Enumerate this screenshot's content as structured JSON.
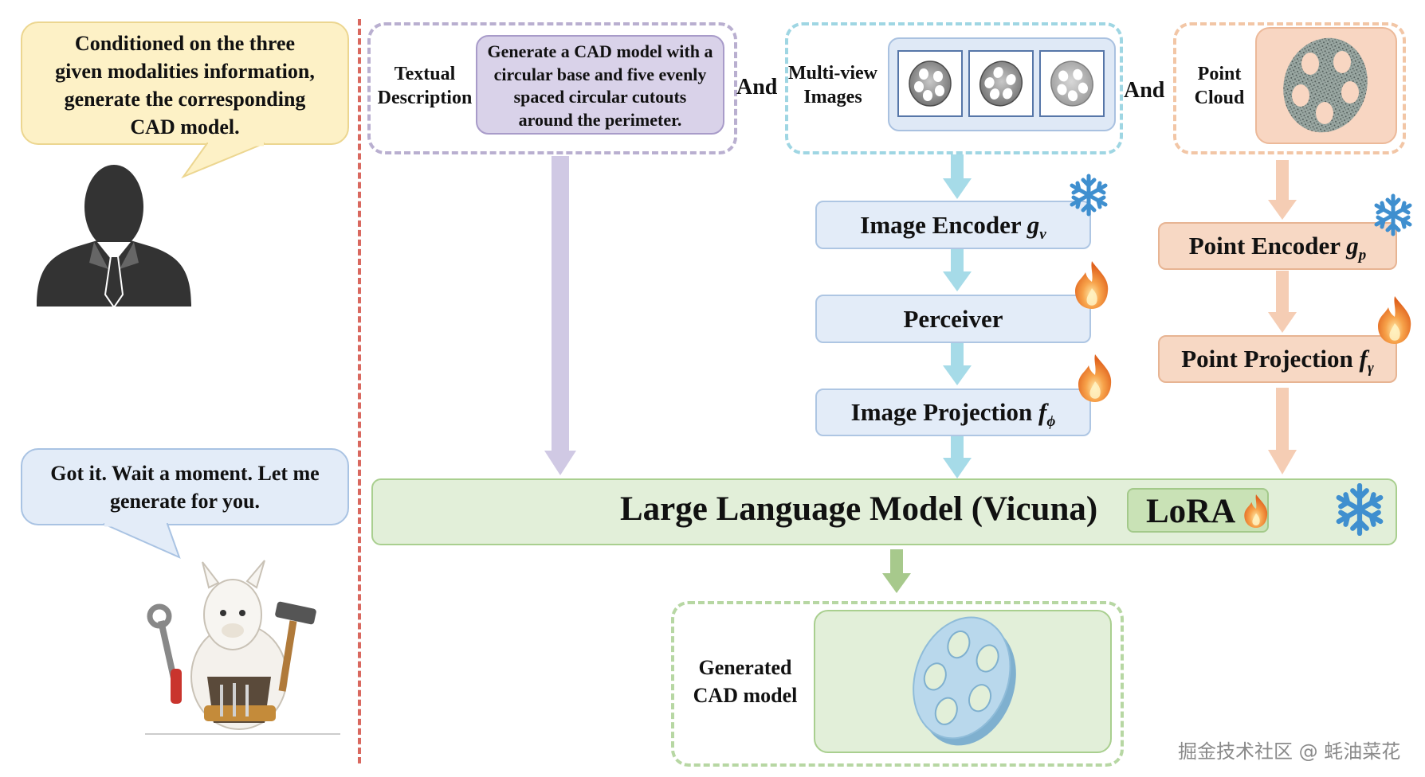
{
  "colors": {
    "text_purple": "#6b5b95",
    "dashed_purple": "#b9afd0",
    "dashed_cyan": "#9fd6e3",
    "dashed_orange": "#f2c6a6",
    "dashed_green": "#b7d7a3",
    "arrow_purple": "#d0c9e4",
    "arrow_cyan": "#a6dbe8",
    "arrow_orange": "#f5cdb4",
    "arrow_green": "#a7c98c",
    "llm_fill": "#e2efd9",
    "llm_border": "#a9cf8f",
    "divider_red": "#d9685f"
  },
  "user_bubble": {
    "lines": [
      "Conditioned on the three",
      "given modalities information,",
      "generate the corresponding",
      "CAD model."
    ]
  },
  "assistant_bubble": {
    "lines": [
      "Got it. Wait a moment. Let me",
      "generate for you."
    ]
  },
  "inputs": {
    "text_label": [
      "Textual",
      "Description"
    ],
    "text_prompt": [
      "Generate a CAD model with a",
      "circular base and five evenly",
      "spaced circular cutouts",
      "around the perimeter."
    ],
    "and_1": "And",
    "images_label": [
      "Multi-view",
      "Images"
    ],
    "and_2": "And",
    "point_label": [
      "Point",
      "Cloud"
    ]
  },
  "modules": {
    "image_encoder": {
      "text": "Image Encoder ",
      "symbol": "g",
      "subscript": "v",
      "state": "frozen"
    },
    "perceiver": {
      "text": "Perceiver",
      "state": "trainable"
    },
    "image_projection": {
      "text": "Image Projection ",
      "symbol": "f",
      "subscript": "ϕ",
      "state": "trainable"
    },
    "point_encoder": {
      "text": "Point Encoder ",
      "symbol": "g",
      "subscript": "p",
      "state": "frozen"
    },
    "point_projection": {
      "text": "Point Projection ",
      "symbol": "f",
      "subscript": "γ",
      "state": "trainable"
    }
  },
  "llm": {
    "title": "Large Language Model (Vicuna)",
    "lora": "LoRA",
    "state": "frozen"
  },
  "output": {
    "label": [
      "Generated",
      "CAD model"
    ]
  },
  "watermark": "掘金技术社区 @ 蚝油菜花"
}
